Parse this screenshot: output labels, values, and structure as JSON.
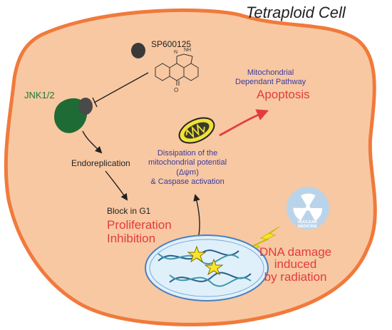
{
  "title": "Tetraploid Cell",
  "drug": {
    "name": "SP600125"
  },
  "jnk": {
    "label": "JNK1/2"
  },
  "steps": {
    "endoreplication": "Endoreplication",
    "block": "Block in G1"
  },
  "proliferation": {
    "line1": "Proliferation",
    "line2": "Inhibition"
  },
  "mitochondrial": {
    "line1": "Mitochondrial",
    "line2": "Dependant Pathway",
    "apoptosis": "Apoptosis"
  },
  "dissipation": {
    "line1": "Dissipation of the",
    "line2": "mitochondrial potential",
    "line3": "(Δψm)",
    "line4": "& Caspase activation"
  },
  "dna_damage": {
    "line1": "DNA damage",
    "line2": "induced",
    "line3": "by radiation"
  },
  "nuclear_medicine": {
    "line1": "NUCLEAR",
    "line2": "MEDICINE"
  },
  "colors": {
    "cell_fill": "#f8c8a2",
    "cell_border": "#f07a3c",
    "red_text": "#e23c3c",
    "blue_text": "#3a3aa0",
    "jnk_green": "#1f6b35",
    "nucleus": "#dff0fa",
    "radiation_badge": "#b9d4ea",
    "bolt": "#f5e62a"
  }
}
